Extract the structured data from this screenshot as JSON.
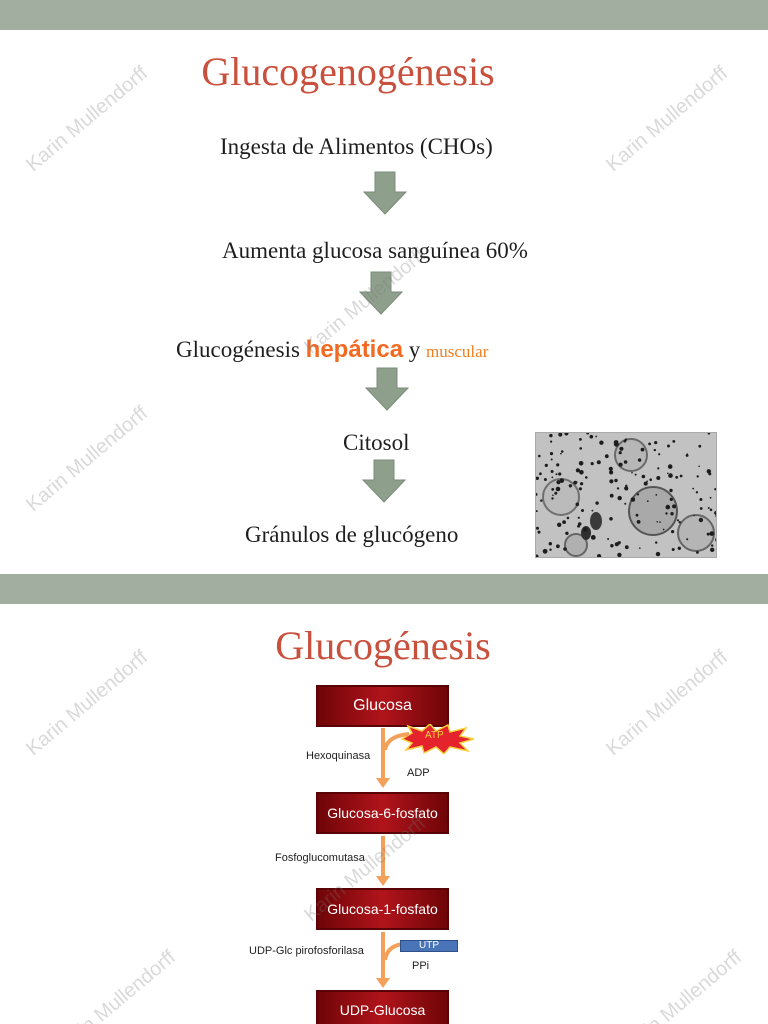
{
  "slide1": {
    "title": "Glucogenogénesis",
    "steps": {
      "s1": "Ingesta de Alimentos (CHOs)",
      "s2": "Aumenta glucosa  sanguínea  60%",
      "s3_prefix": "Glucogénesis ",
      "s3_highlight": "hepática",
      "s3_mid": " y ",
      "s3_small": "muscular",
      "s4": "Citosol",
      "s5": "Gránulos de glucógeno"
    }
  },
  "slide2": {
    "title": "Glucogénesis",
    "boxes": {
      "b1": "Glucosa",
      "b2": "Glucosa-6-fosfato",
      "b3": "Glucosa-1-fosfato",
      "b4": "UDP-Glucosa"
    },
    "enzymes": {
      "e1": "Hexoquinasa",
      "e2": "Fosfoglucomutasa",
      "e3": "UDP-Glc pirofosforilasa"
    },
    "cofactors": {
      "atp": "ATP",
      "adp": "ADP",
      "utp": "UTP",
      "ppi": "PPi"
    }
  },
  "watermark": "Karin Mullendorff",
  "colors": {
    "band": "#a2aea0",
    "title": "#c9503c",
    "highlight": "#f26a22",
    "box": "#9e1016",
    "arrow_gray": "#8ea08c",
    "pathway_arrow": "#f3a05a",
    "utp_box": "#4a74b8"
  }
}
